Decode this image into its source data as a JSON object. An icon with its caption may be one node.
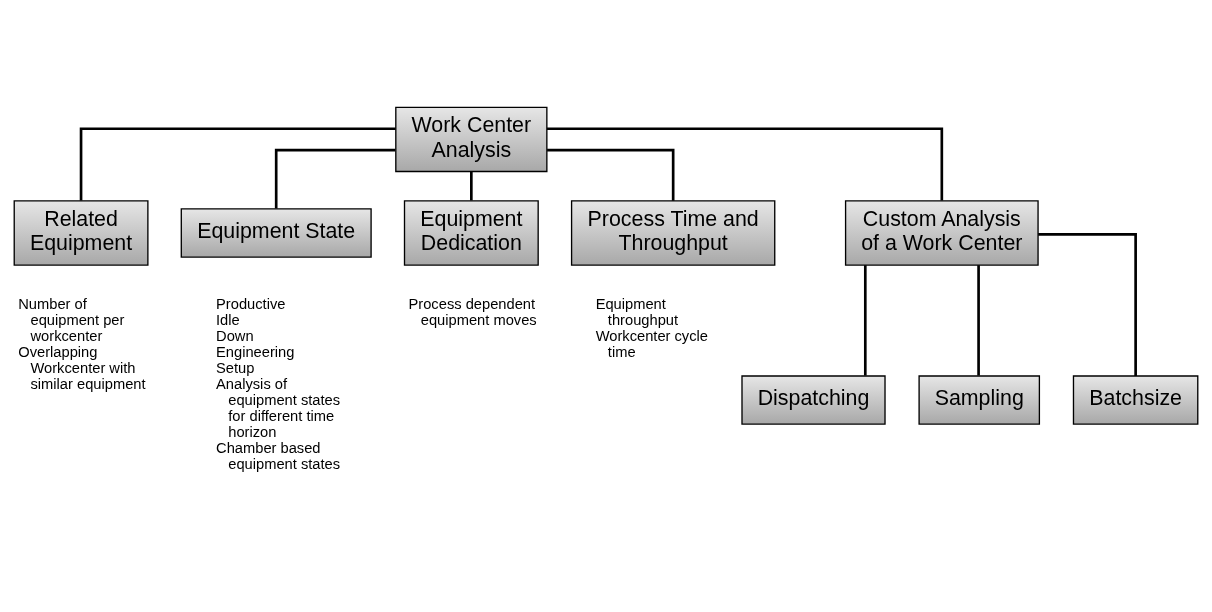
{
  "diagram": {
    "nodes": [
      {
        "text": [
          "Work Center Analysis"
        ]
      },
      {
        "text": [
          "Related Equipment"
        ],
        "beside": [
          "Number of equipment per workcenter",
          "Overlapping Workcenter with similar equipment"
        ]
      },
      {
        "text": [
          "Equipment State"
        ],
        "beside": [
          "Productive",
          "Idle",
          "Down",
          "Engineering",
          "Setup",
          "Analysis of equipment states for different time horizon",
          "Chamber based equipment states"
        ]
      },
      {
        "text": [
          "Equipment Dedication"
        ],
        "beside": [
          "Process dependent equipment moves"
        ]
      },
      {
        "text": [
          "Process Time and Throughput"
        ],
        "beside": [
          "Equipment throughput",
          "Workcenter cycle time"
        ]
      },
      {
        "text": [
          "Custom Analysis of a Work Center"
        ]
      },
      {
        "text": [
          "Dispatching"
        ]
      },
      {
        "text": [
          "Sampling"
        ]
      },
      {
        "text": [
          "Batchsize"
        ]
      }
    ],
    "edges": [
      {
        "from": 0,
        "to": 1,
        "arrow": "none"
      },
      {
        "from": 0,
        "to": 2,
        "arrow": "none"
      },
      {
        "from": 0,
        "to": 3,
        "arrow": "none"
      },
      {
        "from": 0,
        "to": 4,
        "arrow": "none"
      },
      {
        "from": 0,
        "to": 5,
        "arrow": "none"
      },
      {
        "from": 5,
        "to": 6,
        "arrow": "none"
      },
      {
        "from": 5,
        "to": 7,
        "arrow": "none"
      },
      {
        "from": 5,
        "to": 8,
        "arrow": "none"
      }
    ]
  }
}
